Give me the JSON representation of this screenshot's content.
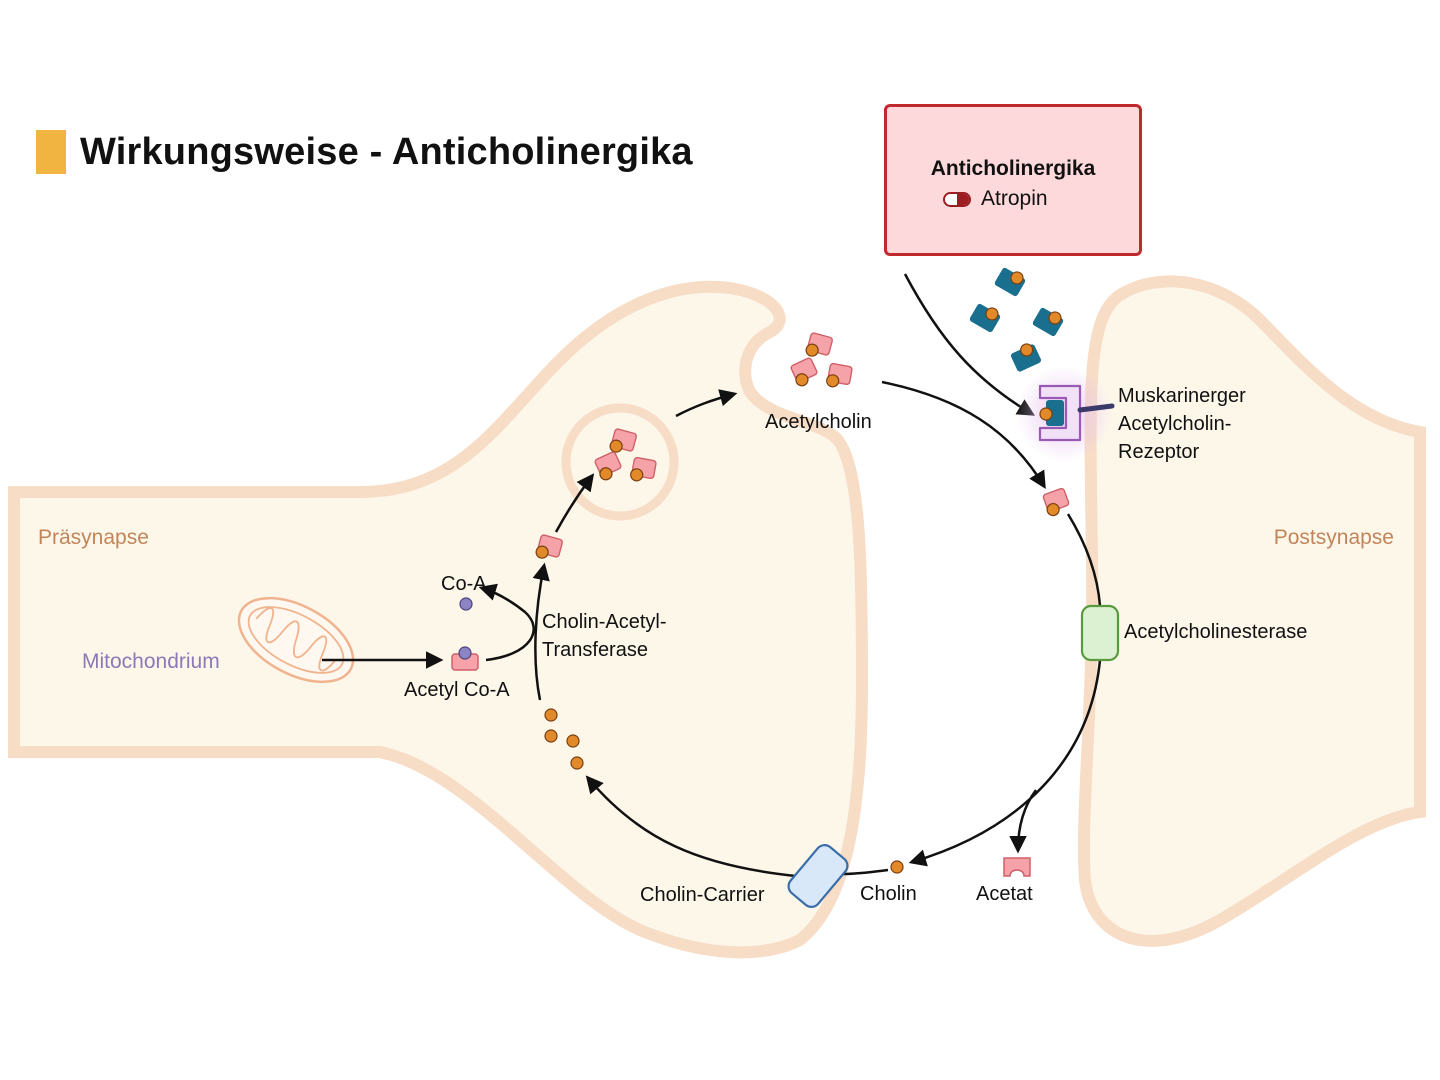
{
  "title": "Wirkungsweise - Anticholinergika",
  "drug_box": {
    "heading": "Anticholinergika",
    "item": "Atropin"
  },
  "labels": {
    "presynapse": "Präsynapse",
    "postsynapse": "Postsynapse",
    "mitochondrion": "Mitochondrium",
    "coa": "Co-A",
    "acetyl_coa": "Acetyl Co-A",
    "transferase_1": "Cholin-Acetyl-",
    "transferase_2": "Transferase",
    "acetylcholine": "Acetylcholin",
    "receptor_1": "Muskarinerger",
    "receptor_2": "Acetylcholin-",
    "receptor_3": "Rezeptor",
    "esterase": "Acetylcholinesterase",
    "choline": "Cholin",
    "acetate": "Acetat",
    "carrier": "Cholin-Carrier"
  },
  "colors": {
    "title_accent": "#f2b441",
    "drug_box_fill": "#fdd9db",
    "drug_box_border": "#c02a2e",
    "cell_fill": "#fdf7ea",
    "cell_border": "#f7dcc6",
    "acetylcholine": "#f5a3a8",
    "choline": "#e2892a",
    "antagonist": "#1a6f8f",
    "receptor": "#c693d6",
    "esterase_fill": "#dcf0d2",
    "esterase_border": "#5a9a3e",
    "carrier_fill": "#d8e8f8",
    "carrier_border": "#3a6ea8",
    "coa": "#8c84c4",
    "cell_label": "#c0855a",
    "mito_label": "#8a7ab8"
  }
}
